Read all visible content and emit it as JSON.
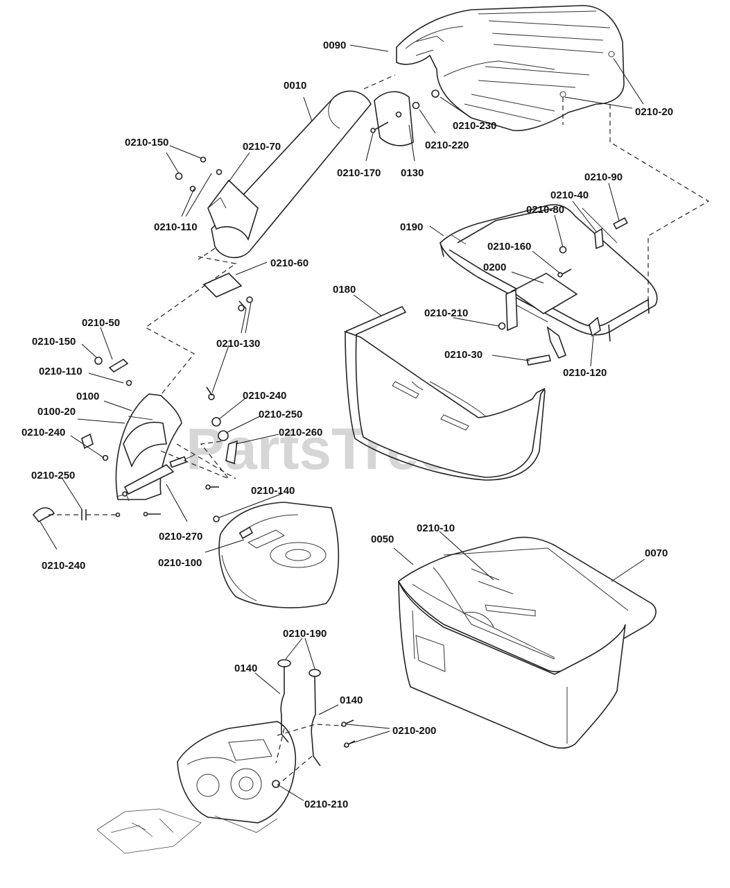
{
  "watermark": {
    "text": "PartsTree",
    "trademark": "™"
  },
  "labels": {
    "l0090": "0090",
    "l0010": "0010",
    "l0210_20": "0210-20",
    "l0210_230": "0210-230",
    "l0210_220": "0210-220",
    "l0210_150a": "0210-150",
    "l0210_70": "0210-70",
    "l0210_170": "0210-170",
    "l0130": "0130",
    "l0210_90": "0210-90",
    "l0210_40": "0210-40",
    "l0210_80": "0210-80",
    "l0190": "0190",
    "l0210_110a": "0210-110",
    "l0210_160": "0210-160",
    "l0200": "0200",
    "l0210_60": "0210-60",
    "l0180": "0180",
    "l0210_210a": "0210-210",
    "l0210_130": "0210-130",
    "l0210_50": "0210-50",
    "l0210_150b": "0210-150",
    "l0210_30": "0210-30",
    "l0210_120": "0210-120",
    "l0210_110b": "0210-110",
    "l0100": "0100",
    "l0210_240a": "0210-240",
    "l0100_20": "0100-20",
    "l0210_250a": "0210-250",
    "l0210_240b": "0210-240",
    "l0210_260": "0210-260",
    "l0210_250b": "0210-250",
    "l0210_140": "0210-140",
    "l0210_10": "0210-10",
    "l0210_270": "0210-270",
    "l0050": "0050",
    "l0070": "0070",
    "l0210_100": "0210-100",
    "l0210_240c": "0210-240",
    "l0210_190": "0210-190",
    "l0140a": "0140",
    "l0140b": "0140",
    "l0210_200": "0210-200",
    "l0210_210b": "0210-210"
  }
}
